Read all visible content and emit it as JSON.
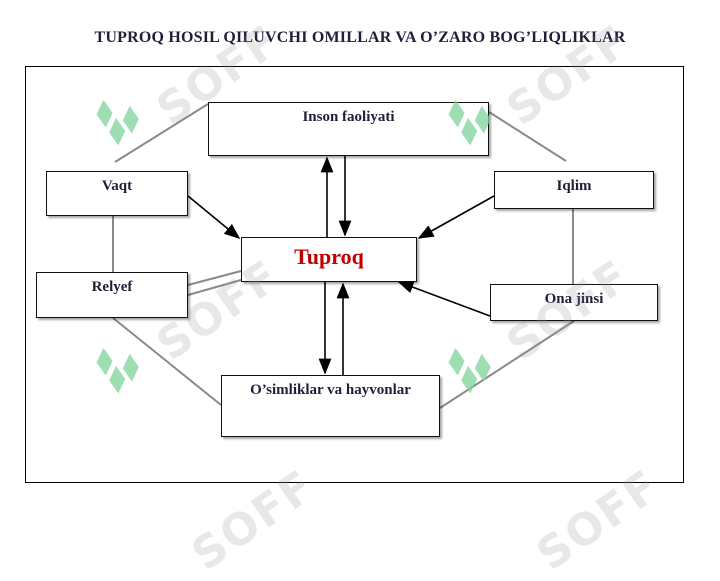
{
  "title": "TUPROQ HOSIL QILUVCHI OMILLAR VA O’ZARO BOG’LIQLIKLAR",
  "nodes": {
    "inson": "Inson faoliyati",
    "vaqt": "Vaqt",
    "iqlim": "Iqlim",
    "tuproq": "Tuproq",
    "relyef": "Relyef",
    "ona_jinsi": "Ona jinsi",
    "osimliklar": "O’simliklar va hayvonlar"
  },
  "watermark": "SOFF",
  "colors": {
    "center_label": "#c00000",
    "text": "#1f1f3a",
    "watermark_green": "#7fd39a"
  }
}
